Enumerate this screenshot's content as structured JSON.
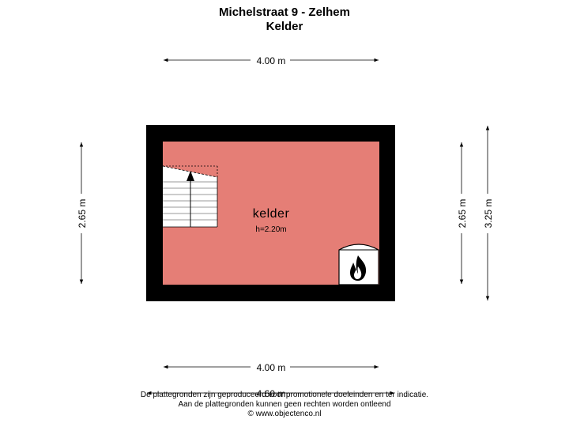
{
  "header": {
    "address": "Michelstraat 9 - Zelhem",
    "floor": "Kelder"
  },
  "room": {
    "name": "kelder",
    "height": "h=2.20m"
  },
  "dimensions": {
    "top_width": "4.00 m",
    "bottom_width": "4.00 m",
    "bottom_outer_width": "4.60 m",
    "left_height": "2.65 m",
    "right_inner_height": "2.65 m",
    "right_outer_height": "3.25 m"
  },
  "footer": {
    "line1": "De plattegronden zijn geproduceerd voor promotionele doeleinden en ter indicatie.",
    "line2": "Aan de plattegronden kunnen geen rechten worden ontleend",
    "line3": "© www.objectenco.nl"
  },
  "colors": {
    "room_fill": "#e57e76",
    "wall": "#000000"
  },
  "icons": {
    "boiler": "flame-icon",
    "stairs": "stair-arrow-icon"
  }
}
